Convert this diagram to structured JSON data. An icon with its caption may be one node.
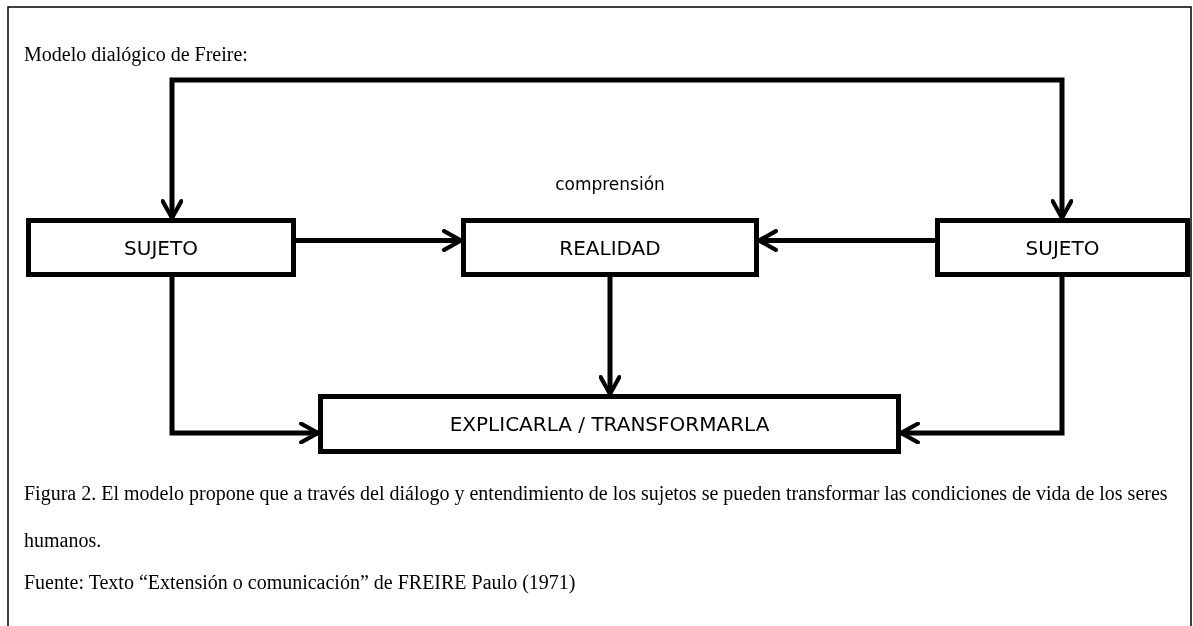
{
  "diagram": {
    "title": "Modelo dialógico de Freire:",
    "caption": "Figura 2. El modelo propone que a través del diálogo y entendimiento de los sujetos se pueden transformar las condiciones de vida de los seres humanos.",
    "nodes": [
      {
        "text": [
          "SUJETO"
        ]
      },
      {
        "text": [
          "REALIDAD"
        ],
        "beside": [
          "comprensión"
        ]
      },
      {
        "text": [
          "SUJETO"
        ]
      },
      {
        "text": [
          "EXPLICARLA / TRANSFORMARLA"
        ]
      }
    ],
    "edges": [
      {
        "from": 0,
        "to": 2,
        "arrow": "both"
      },
      {
        "from": 0,
        "to": 1,
        "arrow": "to"
      },
      {
        "from": 2,
        "to": 1,
        "arrow": "to"
      },
      {
        "from": 1,
        "to": 3,
        "arrow": "to"
      },
      {
        "from": 0,
        "to": 3,
        "arrow": "to"
      },
      {
        "from": 2,
        "to": 3,
        "arrow": "to"
      }
    ],
    "labels": [
      "Fuente: Texto “Extensión o comunicación” de FREIRE Paulo (1971)"
    ]
  }
}
